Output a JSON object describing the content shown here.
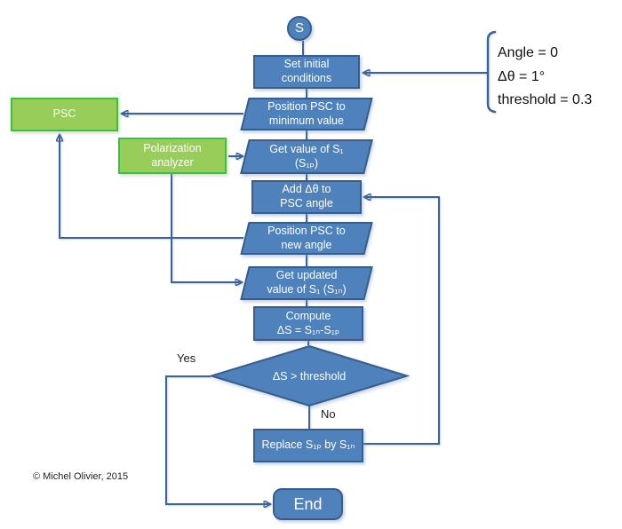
{
  "nodes": {
    "start": {
      "label": "S"
    },
    "set_initial": {
      "line1": "Set initial",
      "line2": "conditions"
    },
    "psc": {
      "label": "PSC"
    },
    "pos_min": {
      "line1": "Position PSC to",
      "line2": "minimum value"
    },
    "pol_analyzer": {
      "line1": "Polarization",
      "line2": "analyzer"
    },
    "get_value": {
      "line1": "Get value of S₁",
      "line2": "(S₁ₚ)"
    },
    "add_dtheta": {
      "line1": "Add Δθ to",
      "line2": "PSC angle"
    },
    "pos_new": {
      "line1": "Position PSC to",
      "line2": "new angle"
    },
    "get_updated": {
      "line1": "Get updated",
      "line2": "value of S₁ (S₁ₙ)"
    },
    "compute": {
      "line1": "Compute",
      "line2": "ΔS = S₁ₙ-S₁ₚ"
    },
    "decision": {
      "label": "ΔS > threshold"
    },
    "replace": {
      "label": "Replace S₁ₚ by S₁ₙ"
    },
    "end": {
      "label": "End"
    }
  },
  "annotation": {
    "line1": "Angle = 0",
    "line2": "Δθ = 1°",
    "line3": "threshold = 0.3"
  },
  "branch_labels": {
    "yes": "Yes",
    "no": "No"
  },
  "footer": {
    "copyright": "© Michel Olivier, 2015"
  },
  "colors": {
    "process_fill": "#4f81bd",
    "process_border": "#385d8a",
    "device_fill": "#97cd58",
    "device_border": "#3cc13c",
    "connector": "#38639f",
    "node_text": "#ffffff"
  }
}
